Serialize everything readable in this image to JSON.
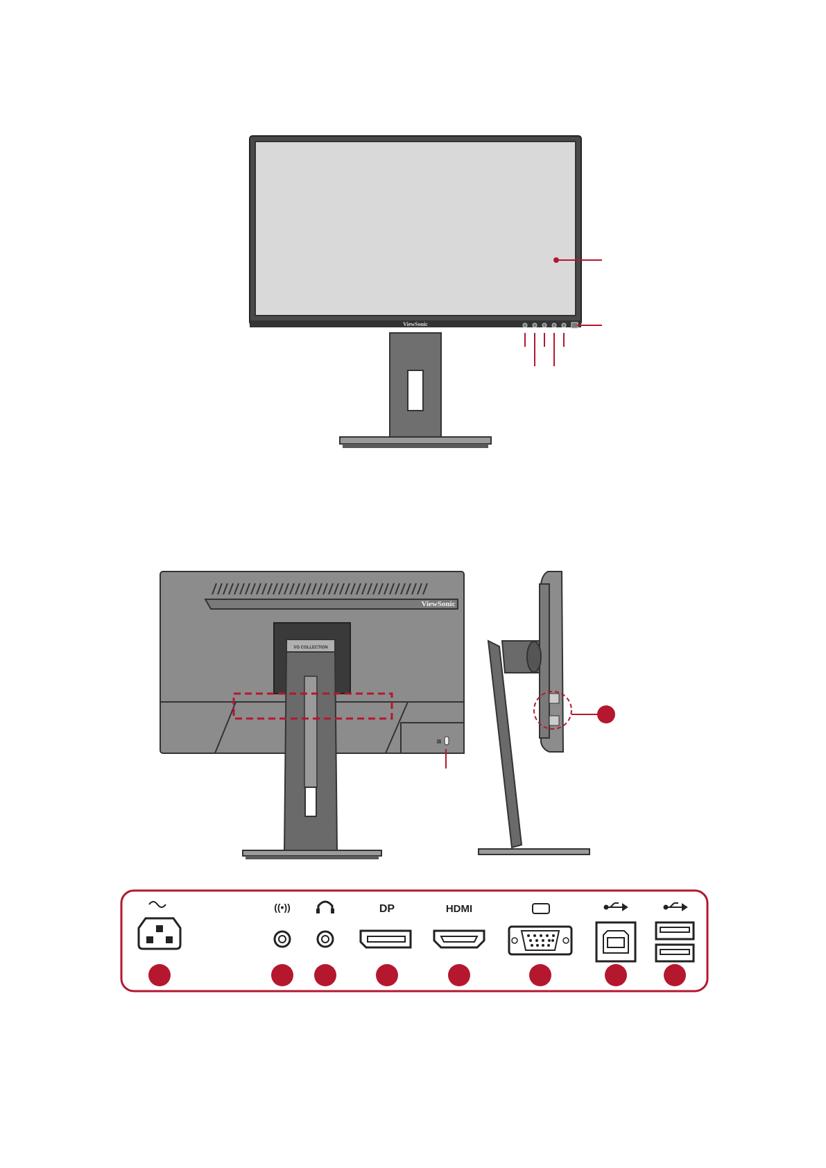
{
  "front_view": {
    "brand": "ViewSonic",
    "button_count": 6
  },
  "rear_view": {
    "brand": "ViewSonic",
    "stand_label": "VG COLLECTION"
  },
  "io_panel": {
    "ports": [
      {
        "name": "ac-power",
        "symbol": "~"
      },
      {
        "name": "audio-in",
        "symbol": "((→))"
      },
      {
        "name": "headphone-out",
        "symbol": "headphone"
      },
      {
        "name": "displayport",
        "symbol": "DP"
      },
      {
        "name": "hdmi",
        "symbol": "HDMI"
      },
      {
        "name": "vga",
        "symbol": "monitor"
      },
      {
        "name": "usb-b-upstream",
        "symbol": "usb"
      },
      {
        "name": "usb-a-downstream",
        "symbol": "usb"
      }
    ]
  },
  "colors": {
    "accent": "#b5172f",
    "bezel": "#4a4a4a",
    "screen": "#d9d9d9",
    "body": "#8c8c8c",
    "dark": "#333333"
  }
}
